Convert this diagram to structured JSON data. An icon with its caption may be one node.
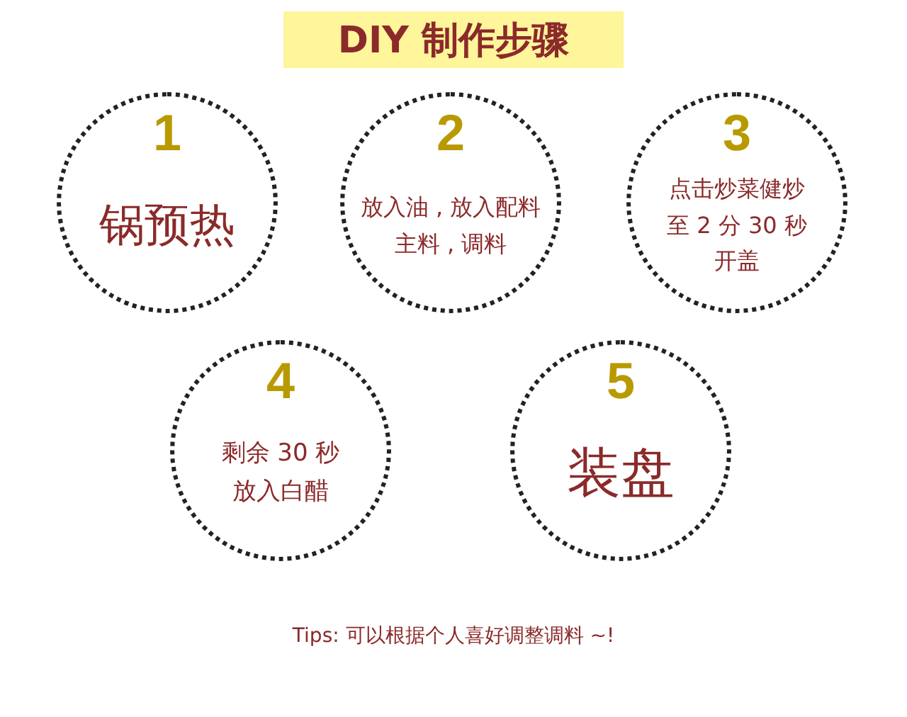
{
  "diagram": {
    "title": "DIY 制作步骤",
    "nodes": [
      {
        "text": [
          "1",
          "锅预热"
        ]
      },
      {
        "text": [
          "2",
          "放入油 , 放入配料主料 , 调料"
        ]
      },
      {
        "text": [
          "3",
          "点击炒菜健炒至 2 分 30 秒开盖"
        ]
      },
      {
        "text": [
          "4",
          "剩余 30 秒放入白醋"
        ]
      },
      {
        "text": [
          "5",
          "装盘"
        ]
      }
    ],
    "caption": "Tips: 可以根据个人喜好调整调料 ~!"
  }
}
